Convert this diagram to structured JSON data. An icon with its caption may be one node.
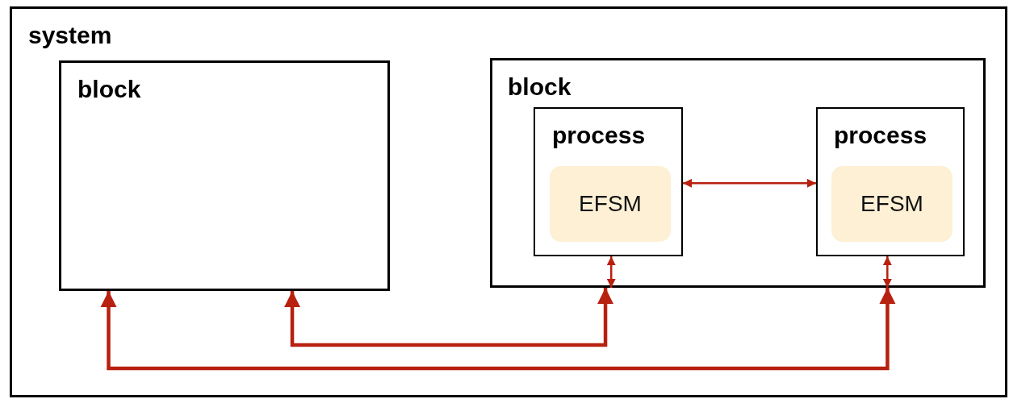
{
  "diagram": {
    "nodes": [
      {
        "text": [
          "system"
        ]
      },
      {
        "text": [
          "block"
        ],
        "in": 0
      },
      {
        "text": [
          "block"
        ],
        "in": 0
      },
      {
        "text": [
          "process"
        ],
        "in": 2
      },
      {
        "text": [
          "EFSM"
        ],
        "in": 3
      },
      {
        "text": [
          "process"
        ],
        "in": 2
      },
      {
        "text": [
          "EFSM"
        ],
        "in": 5
      }
    ],
    "edges": [
      {
        "from": 3,
        "to": 5,
        "arrow": "both"
      },
      {
        "from": 1,
        "to": 2,
        "arrow": "both",
        "style": "thick"
      },
      {
        "from": 1,
        "to": 2,
        "arrow": "both",
        "style": "thick"
      },
      {
        "from": 3,
        "to": 2,
        "arrow": "both"
      },
      {
        "from": 5,
        "to": 2,
        "arrow": "both"
      }
    ]
  }
}
